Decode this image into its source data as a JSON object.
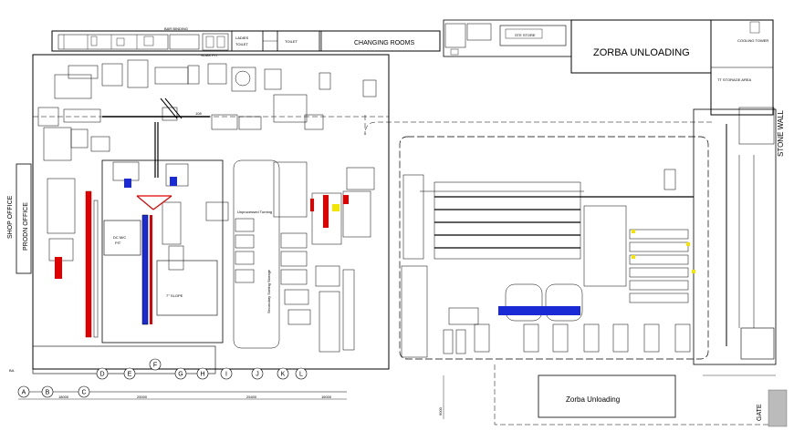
{
  "labels": {
    "bar_binding": "BAR BINDING",
    "ladies_toilet_1": "LADIES",
    "ladies_toilet_2": "TOILET",
    "toilet": "TOILET",
    "changing_rooms": "CHANGING ROOMS",
    "soak_pit": "SOAK PIT",
    "zorba_unloading_top": "ZORBA UNLOADING",
    "cooling_tower": "COOLING TOWER",
    "tt_storage_area": "TT STORAGE AREA",
    "stone_wall": "STONE WALL",
    "shop_office": "SHOP OFFICE",
    "prodn_office": "PRODN OFFICE",
    "dc_mc_pit_1": "DC M/C",
    "dc_mc_pit_2": "PIT",
    "slope": "7° SLOPE",
    "secondary_sorting": "Secondary Sorting Storage",
    "dimension_108": "108",
    "zorba_unloading_bottom": "Zorba Unloading",
    "gate": "GATE",
    "ba": "BA.",
    "dim_9000": "9000",
    "dim_18000": "18000",
    "dim_25000": "25000",
    "dim_25400": "25400",
    "dim_16000": "16000"
  },
  "grid_bubbles": [
    "A",
    "B",
    "C",
    "D",
    "E",
    "F",
    "G",
    "H",
    "I",
    "J",
    "K",
    "L"
  ],
  "colors": {
    "line": "#000000",
    "red": "#e00000",
    "blue": "#1a2bd6",
    "yellow": "#f2e600",
    "grey": "#888888"
  }
}
